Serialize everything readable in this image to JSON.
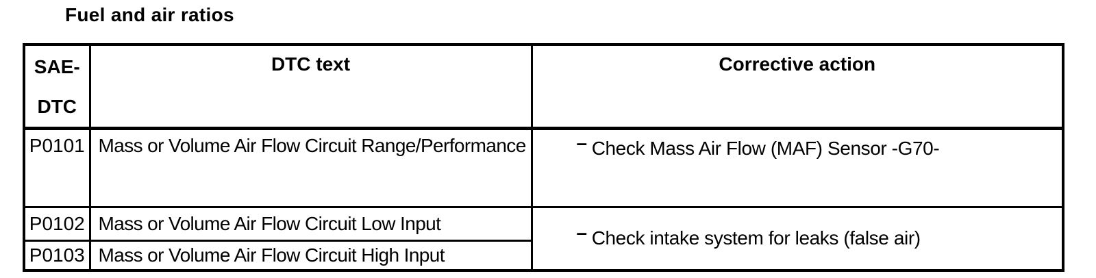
{
  "title": "Fuel and air ratios",
  "bullet": "–",
  "table": {
    "headers": {
      "col1_line1": "SAE-",
      "col1_line2": "DTC",
      "col2": "DTC text",
      "col3": "Corrective action"
    },
    "rows": [
      {
        "code": "P0101",
        "dtc_text": "Mass or Volume Air Flow Circuit Range/Performance",
        "action": "Check Mass Air Flow (MAF) Sensor -G70-"
      },
      {
        "code": "P0102",
        "dtc_text": "Mass or Volume Air Flow Circuit Low Input",
        "action": "Check intake system for leaks (false air)"
      },
      {
        "code": "P0103",
        "dtc_text": "Mass or Volume Air Flow Circuit High Input"
      }
    ]
  }
}
